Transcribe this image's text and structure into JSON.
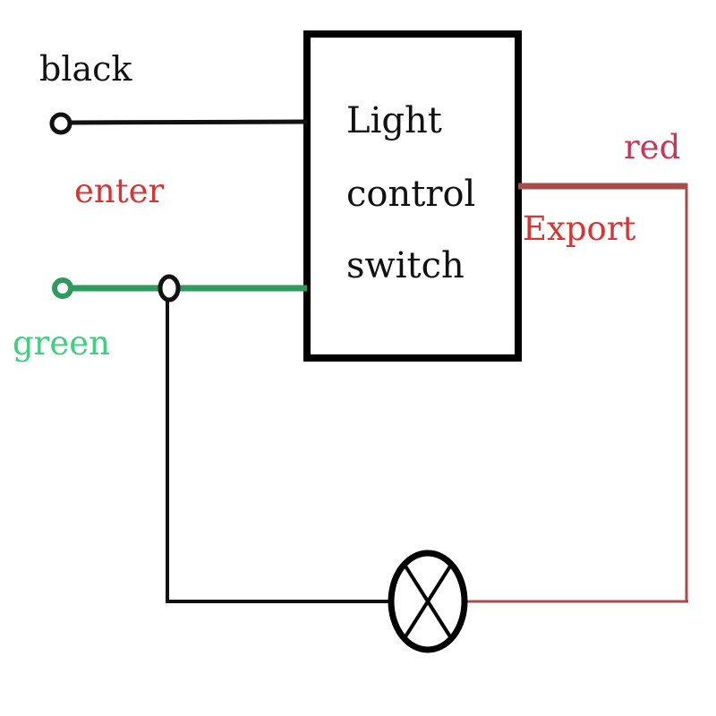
{
  "labels": {
    "black": "black",
    "enter": "enter",
    "green": "green",
    "red": "red",
    "export": "Export"
  },
  "switch_box": {
    "line1": "Light",
    "line2": "control",
    "line3": "switch"
  },
  "colors": {
    "black_wire": "#111111",
    "green_wire": "#2e9a5e",
    "red_wire": "#a84b4b",
    "enter_text": "#d83434",
    "export_text": "#d83434",
    "red_text": "#cc3355",
    "green_text": "#3fcf7e",
    "black_text": "#111111"
  },
  "icons": {
    "lamp": "lamp-cross-circle-icon",
    "terminal": "terminal-ring-icon"
  }
}
